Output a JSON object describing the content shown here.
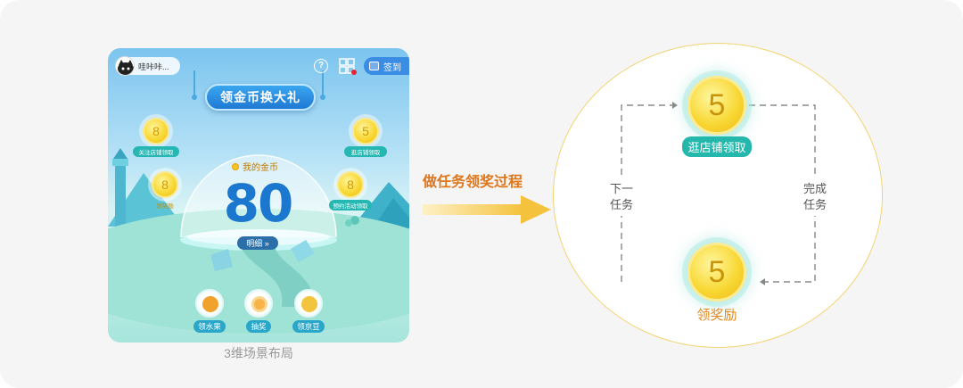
{
  "phone": {
    "user_name": "哇咔咔...",
    "help_icon": "?",
    "signin_label": "签到",
    "title": "领金币换大礼",
    "bubbles": [
      {
        "value": "8",
        "label": "关注店铺领取"
      },
      {
        "value": "5",
        "label": "逛店铺领取"
      },
      {
        "value": "8",
        "label": "领奖励"
      },
      {
        "value": "8",
        "label": "预约活动领取"
      }
    ],
    "coins_label": "我的金币",
    "coins_value": "80",
    "detail_label": "明细 »",
    "actions": [
      {
        "label": "领水果",
        "icon": "fruit-icon"
      },
      {
        "label": "抽奖",
        "icon": "lottery-icon"
      },
      {
        "label": "领京豆",
        "icon": "bean-icon"
      }
    ]
  },
  "caption": "3维场景布局",
  "middle": {
    "title": "做任务领奖过程"
  },
  "flow": {
    "top_coin": "5",
    "top_label": "逛店铺领取",
    "bottom_coin": "5",
    "bottom_label": "领奖励",
    "left_text_1": "下一",
    "left_text_2": "任务",
    "right_text_1": "完成",
    "right_text_2": "任务"
  },
  "colors": {
    "accent_blue": "#1c78cf",
    "teal": "#24b8ad",
    "orange": "#e0761a",
    "coin_yellow": "#f8d733"
  }
}
